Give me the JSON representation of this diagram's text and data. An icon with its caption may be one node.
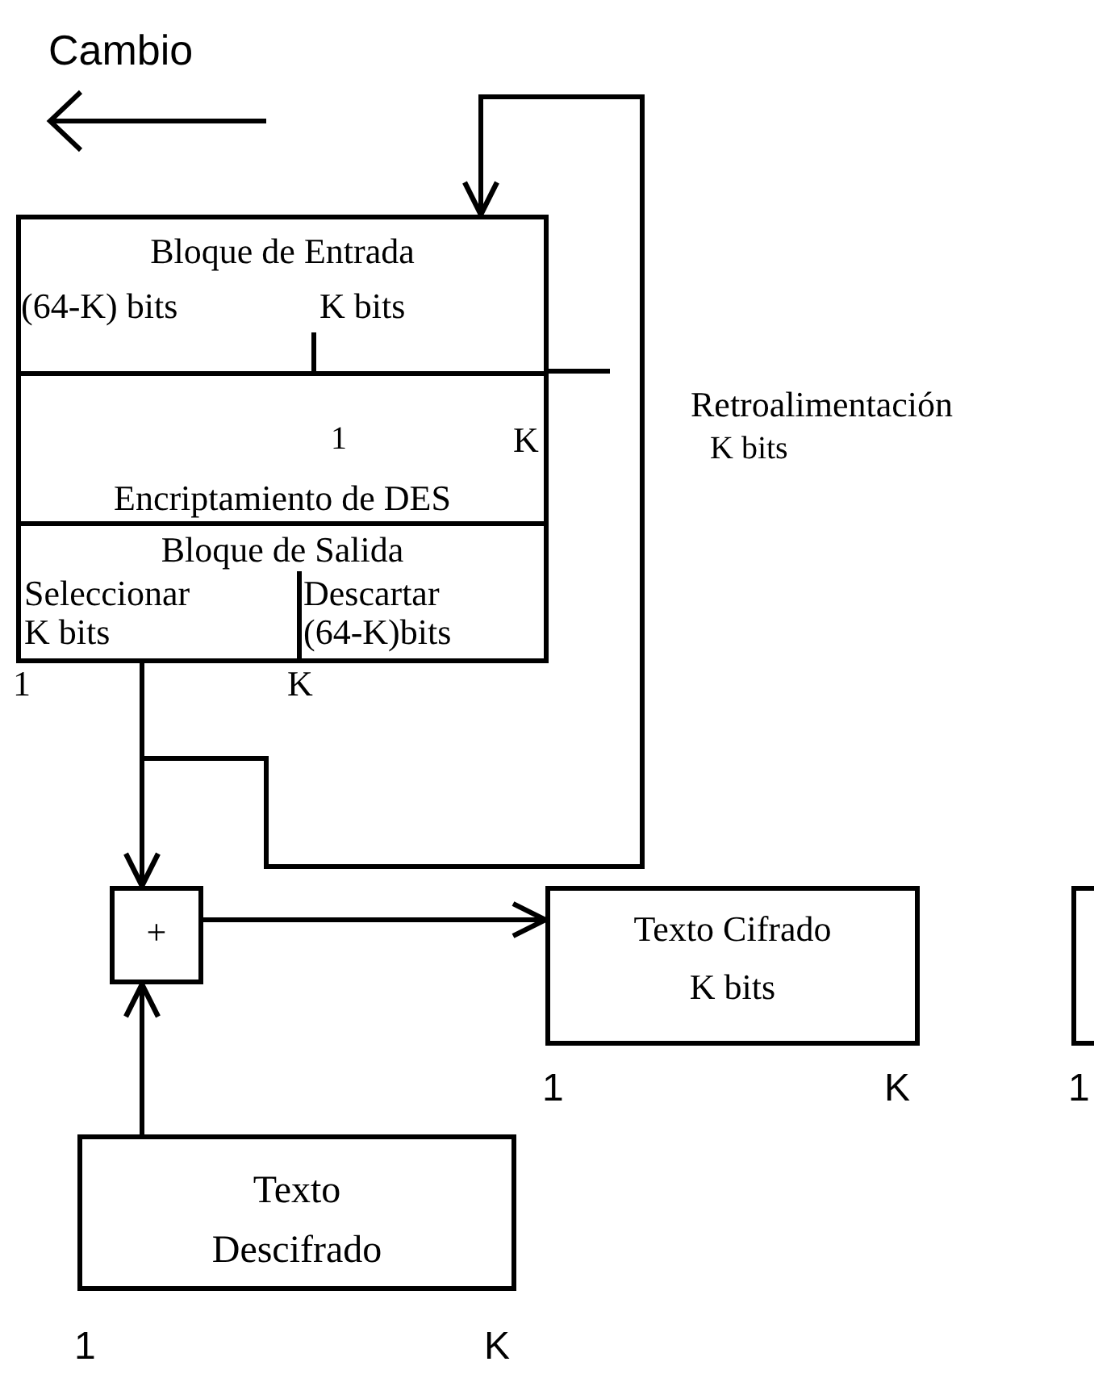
{
  "diagram": {
    "nodes": [
      {
        "text": [
          "Bloque de Entrada",
          "(64-K) bits",
          "K bits"
        ]
      },
      {
        "text": [
          "Encriptamiento de DES"
        ]
      },
      {
        "text": [
          "Bloque de Salida",
          "Seleccionar K bits",
          "Descartar (64-K)bits"
        ]
      },
      {
        "text": [
          "+"
        ]
      },
      {
        "text": [
          "Texto Cifrado",
          "K bits"
        ]
      },
      {
        "text": [],
        "shape": "box"
      },
      {
        "text": [
          "Texto Descifrado"
        ]
      }
    ],
    "edges": [
      {
        "from": 2,
        "to": 3,
        "arrow": "to"
      },
      {
        "from": 2,
        "to": 0,
        "arrow": "to"
      },
      {
        "from": 3,
        "to": 4,
        "arrow": "to"
      },
      {
        "from": 6,
        "to": 3,
        "arrow": "to"
      }
    ],
    "labels": [
      "Cambio",
      "1",
      "K",
      "Retroalimentación",
      "K bits",
      "1",
      "K",
      "1",
      "K",
      "1",
      "1",
      "K"
    ]
  }
}
